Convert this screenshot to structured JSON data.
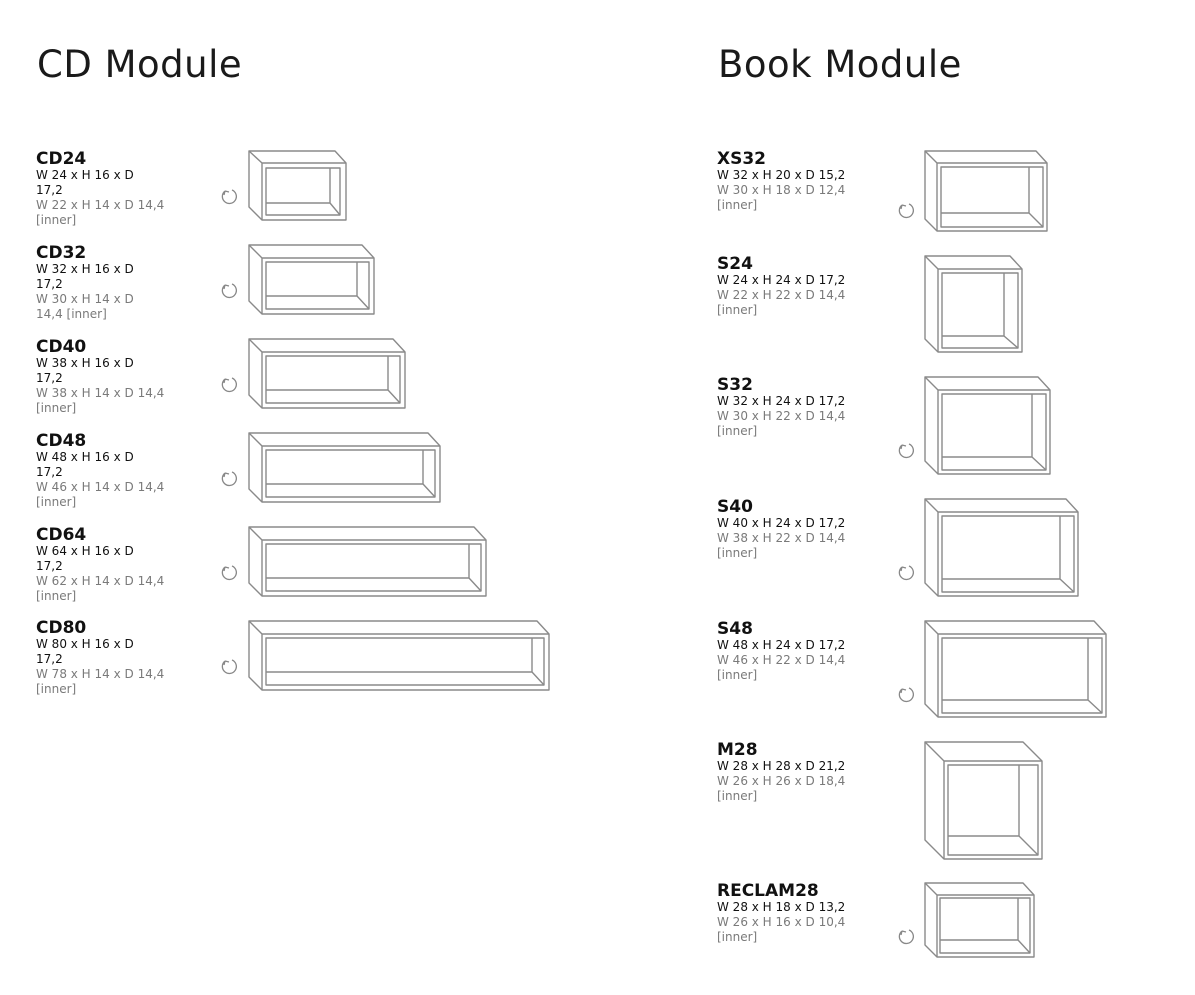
{
  "cd_section": {
    "title": "CD Module",
    "modules": [
      {
        "name": "CD24",
        "outer": "W 24 x H 16 x D 17,2",
        "inner": "W 22 x H 14 x D 14,4 [inner]"
      },
      {
        "name": "CD32",
        "outer": "W 32 x H 16 x D 17,2",
        "inner": "W 30 x H 14 x D 14,4 [inner]"
      },
      {
        "name": "CD40",
        "outer": "W 38 x H 16 x D 17,2",
        "inner": "W 38 x H 14 x D 14,4 [inner]"
      },
      {
        "name": "CD48",
        "outer": "W 48 x H 16 x D 17,2",
        "inner": "W 46 x H 14 x D 14,4 [inner]"
      },
      {
        "name": "CD64",
        "outer": "W 64 x H 16 x D 17,2",
        "inner": "W 62 x H 14 x D 14,4 [inner]"
      },
      {
        "name": "CD80",
        "outer": "W 80 x H 16 x D 17,2",
        "inner": "W 78 x H 14 x D 14,4 [inner]"
      }
    ]
  },
  "book_section": {
    "title": "Book Module",
    "modules": [
      {
        "name": "XS32",
        "outer": "W 32 x H 20 x D 15,2",
        "inner": "W 30 x H 18 x D 12,4 [inner]"
      },
      {
        "name": "S24",
        "outer": "W 24 x H 24 x D 17,2",
        "inner": "W 22 x H 22 x D 14,4 [inner]"
      },
      {
        "name": "S32",
        "outer": "W 32 x H 24 x D 17,2",
        "inner": "W 30 x H 22 x D 14,4 [inner]"
      },
      {
        "name": "S40",
        "outer": "W 40 x H 24 x D 17,2",
        "inner": "W 38 x H 22 x D 14,4 [inner]"
      },
      {
        "name": "S48",
        "outer": "W 48 x H 24 x D 17,2",
        "inner": "W 46 x H 22 x D 14,4 [inner]"
      },
      {
        "name": "M28",
        "outer": "W 28 x H 28 x D 21,2",
        "inner": "W 26 x H 26 x D 18,4 [inner]"
      },
      {
        "name": "RECLAM28",
        "outer": "W 28 x H 18 x D 13,2",
        "inner": "W 26 x H 16 x D 10,4 [inner]"
      }
    ]
  }
}
